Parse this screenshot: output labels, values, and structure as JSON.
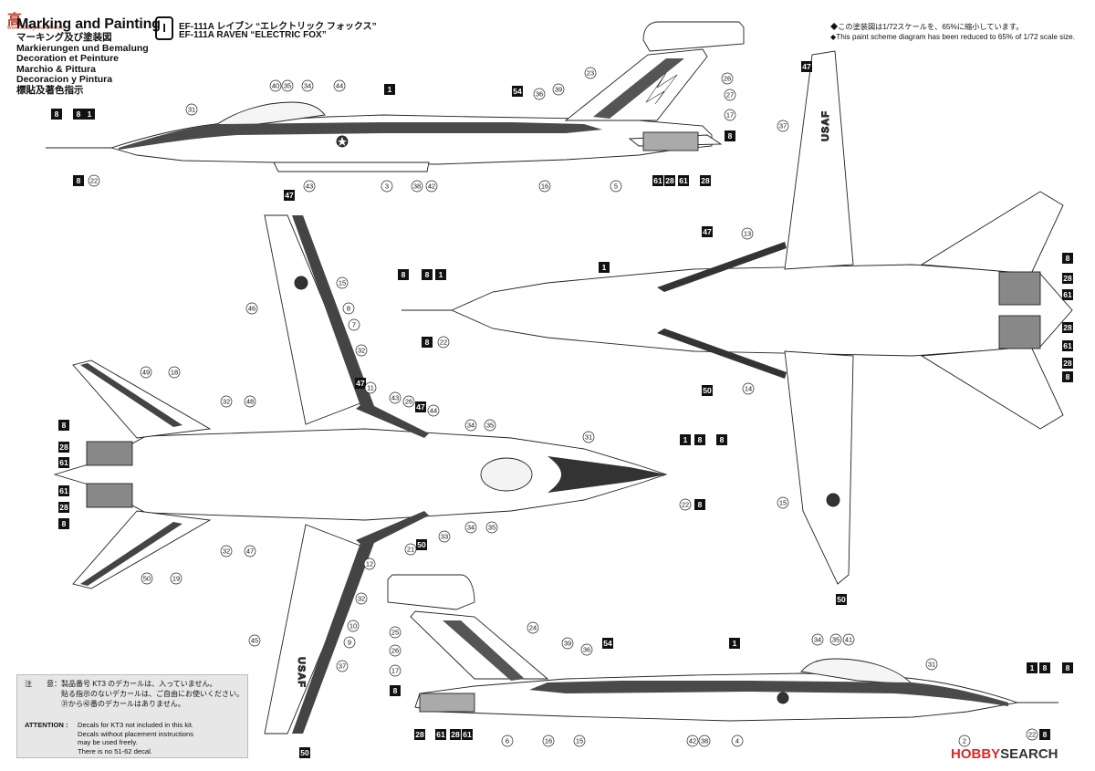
{
  "logo": {
    "chinese": "高",
    "url": "www.hobbysearch.com"
  },
  "header": {
    "title": "Marking and Painting",
    "lines": [
      "マーキング及び塗装図",
      "Markierungen und Bemalung",
      "Decoration et Peinture",
      "Marchio & Pittura",
      "Decoracion y Pintura",
      "標貼及著色指示"
    ]
  },
  "scheme": {
    "letter": "I",
    "name_jp": "EF-111A レイブン “エレクトリック フォックス”",
    "name_en": "EF-111A RAVEN “ELECTRIC FOX”"
  },
  "scale_note": [
    "◆この塗装図は1/72スケールを、65%に縮小しています。",
    "◆This paint scheme diagram has been reduced to 65% of 1/72 scale size."
  ],
  "attention": {
    "jp": [
      "注　　意：製品番号 KT3 のデカールは、入っていません。",
      "　　　　　貼る指示のないデカールは、ご自由にお使いください。",
      "　　　　　㉛から㊷番のデカールはありません。"
    ],
    "en_label": "ATTENTION :",
    "en": [
      "Decals for KT3 not included in this kit.",
      "Decals without placement instructions",
      "may be used freely.",
      "There is no 51-62 decal."
    ]
  },
  "watermark": {
    "prefix": "HOBBY",
    "suffix": "SEARCH"
  },
  "usaf_text": "USAF",
  "callouts": {
    "top_side": [
      "8",
      "8",
      "1",
      "8",
      "22",
      "1",
      "31",
      "40",
      "35",
      "34",
      "44",
      "1",
      "3",
      "38",
      "42",
      "54",
      "36",
      "39",
      "23",
      "26",
      "27",
      "17",
      "8",
      "16",
      "5",
      "61",
      "28",
      "61",
      "28",
      "43"
    ],
    "top_view": [
      "47",
      "15",
      "8",
      "7",
      "46",
      "32",
      "49",
      "18",
      "47",
      "11",
      "43",
      "26",
      "47",
      "44",
      "34",
      "35",
      "31",
      "8",
      "28",
      "61",
      "61",
      "28",
      "8",
      "32",
      "48",
      "32",
      "47",
      "12",
      "21",
      "50",
      "33",
      "34",
      "35",
      "1",
      "8",
      "8",
      "22",
      "8",
      "50",
      "19",
      "32",
      "10",
      "9",
      "45",
      "37",
      "50"
    ],
    "bottom_view": [
      "47",
      "37",
      "13",
      "47",
      "1",
      "8",
      "8",
      "1",
      "8",
      "22",
      "8",
      "28",
      "61",
      "28",
      "61",
      "28",
      "8",
      "50",
      "14",
      "15",
      "50"
    ],
    "bottom_side": [
      "25",
      "26",
      "17",
      "8",
      "28",
      "61",
      "28",
      "61",
      "24",
      "39",
      "36",
      "54",
      "1",
      "34",
      "35",
      "41",
      "31",
      "6",
      "15",
      "42",
      "38",
      "4",
      "2",
      "1",
      "8",
      "8",
      "22",
      "8",
      "16"
    ]
  }
}
